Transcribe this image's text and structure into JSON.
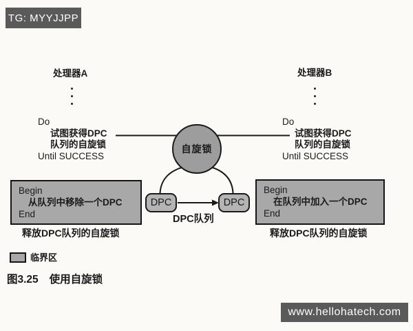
{
  "watermarks": {
    "top": "TG: MYYJJPP",
    "bottom": "www.hellohatech.com"
  },
  "diagram": {
    "processor_a": {
      "title": "处理器A",
      "do_block": {
        "line1": "Do",
        "line2": "试图获得DPC",
        "line3": "队列的自旋锁",
        "line4": "Until SUCCESS"
      },
      "critical_box": {
        "line1": "Begin",
        "line2": "从队列中移除一个DPC",
        "line3": "End"
      },
      "release_label": "释放DPC队列的自旋锁"
    },
    "processor_b": {
      "title": "处理器B",
      "do_block": {
        "line1": "Do",
        "line2": "试图获得DPC",
        "line3": "队列的自旋锁",
        "line4": "Until SUCCESS"
      },
      "critical_box": {
        "line1": "Begin",
        "line2": "在队列中加入一个DPC",
        "line3": "End"
      },
      "release_label": "释放DPC队列的自旋锁"
    },
    "spinlock_label": "自旋锁",
    "dpc_left_label": "DPC",
    "dpc_right_label": "DPC",
    "dpc_queue_label": "DPC队列"
  },
  "legend": {
    "label": "临界区"
  },
  "caption": {
    "number": "图3.25",
    "title": "使用自旋锁"
  },
  "colors": {
    "critical_fill": "#a8a8a8",
    "spinlock_fill": "#9d9d9d",
    "dpc_fill": "#b4b4b4",
    "badge_bg": "#5a5a5a",
    "line": "#1a1a1a",
    "paper_bg": "#fbfaf7"
  }
}
